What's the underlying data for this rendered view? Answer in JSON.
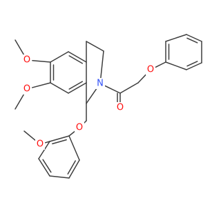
{
  "molecule": {
    "atom_labels": {
      "o_methoxy_6": "O",
      "o_methoxy_7": "O",
      "n_ring": "N",
      "o_carbonyl": "O",
      "o_phenoxy": "O",
      "o_ether_ch2": "O",
      "o_methoxy_aryl": "O"
    },
    "colors": {
      "bond": "#3d3d3d",
      "oxygen": "#ff0d0d",
      "nitrogen": "#3050f8"
    }
  }
}
